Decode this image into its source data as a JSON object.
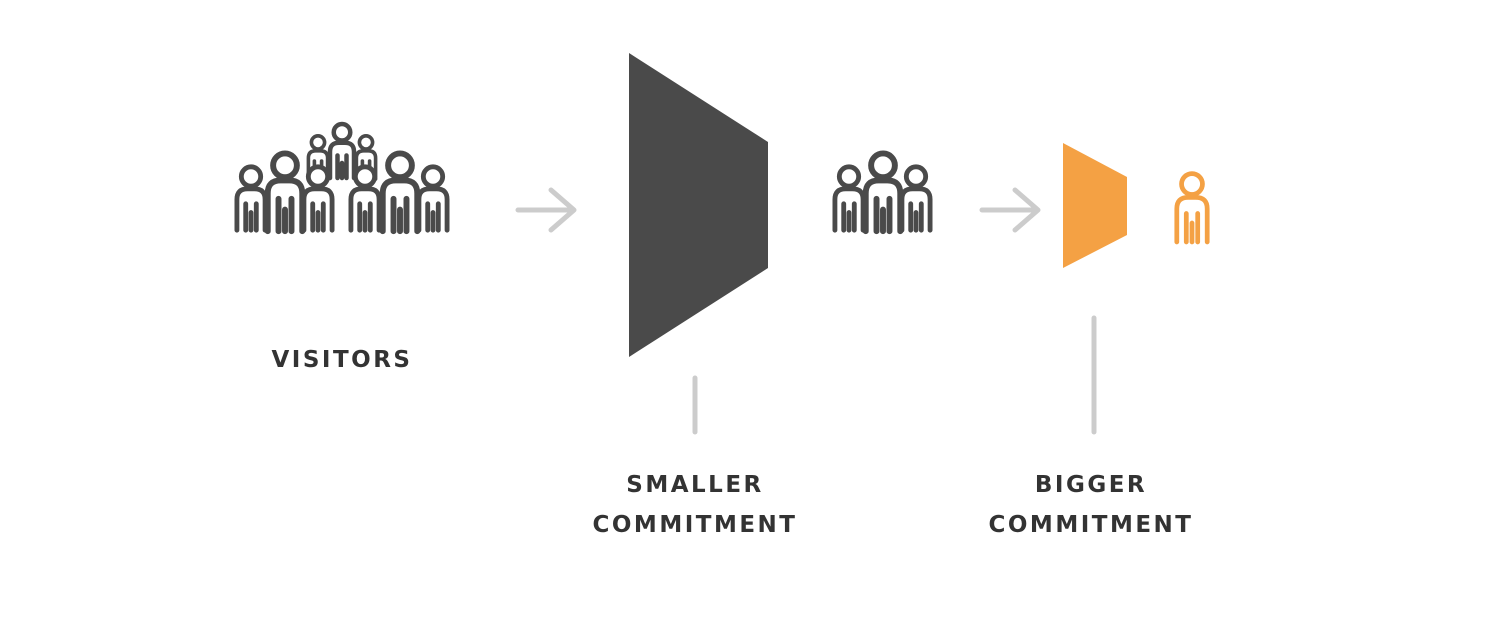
{
  "labels": {
    "visitors": "VISITORS",
    "smaller_line1": "SMALLER",
    "smaller_line2": "COMMITMENT",
    "bigger_line1": "BIGGER",
    "bigger_line2": "COMMITMENT"
  },
  "colors": {
    "dark": "#4a4a4a",
    "accent": "#f4a144",
    "arrow": "#cccccc",
    "text": "#333333"
  },
  "icons": {
    "crowd": "people-group-icon",
    "small_group": "people-group-icon",
    "single": "person-icon",
    "big_funnel": "funnel-icon",
    "small_funnel": "funnel-icon"
  }
}
